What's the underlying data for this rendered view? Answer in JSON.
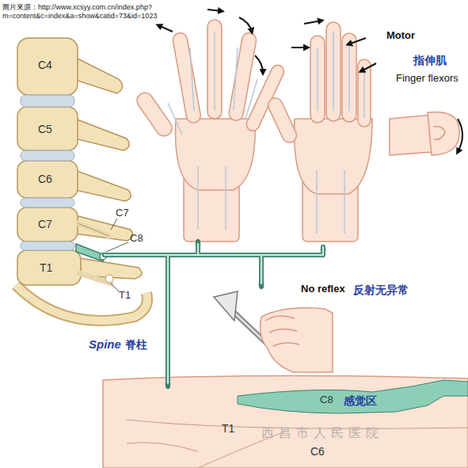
{
  "diagram": {
    "labels": [
      "圖片來源：http://www.xcsyy.com.cn/index.php?",
      "m=content&c=index&a=show&catid=73&id=1023",
      "C4",
      "C5",
      "C6",
      "C7",
      "T1",
      "C7",
      "C8",
      "T1",
      "Spine",
      "脊柱",
      "Motor",
      "指伸肌",
      "Finger flexors",
      "No reflex",
      "反射无异常",
      "T1",
      "C8",
      "感觉区",
      "C6",
      "西昌市人民医院"
    ]
  }
}
